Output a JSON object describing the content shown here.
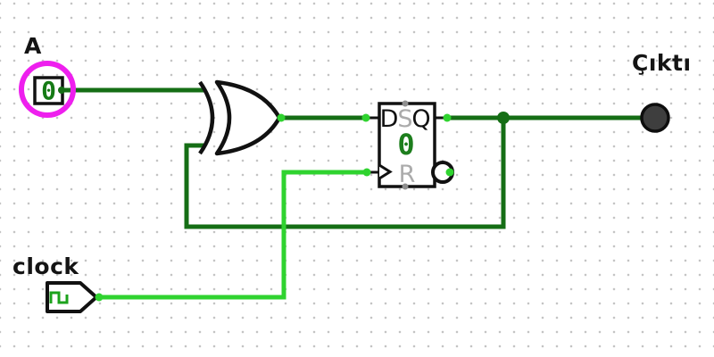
{
  "labels": {
    "input_a": "A",
    "clock": "clock",
    "output": "Çıktı"
  },
  "values": {
    "input_a": "0",
    "flipflop_q": "0"
  },
  "flipflop": {
    "pin_d": "D",
    "pin_s": "S",
    "pin_q": "Q",
    "pin_r": "R"
  },
  "icons": {
    "clock_waveform": "square-wave-icon"
  },
  "colors": {
    "wire_low": "#156e15",
    "wire_high": "#2fd32f",
    "selection": "#ee1fee",
    "value_green": "#157a15",
    "ff_value_green": "#1d7e1d",
    "label_gray": "#ababab",
    "pin_gray": "#8f8f8f",
    "output_fill": "#3e3e3e",
    "ink": "#111111",
    "grid_dot": "#c4c4c4"
  }
}
